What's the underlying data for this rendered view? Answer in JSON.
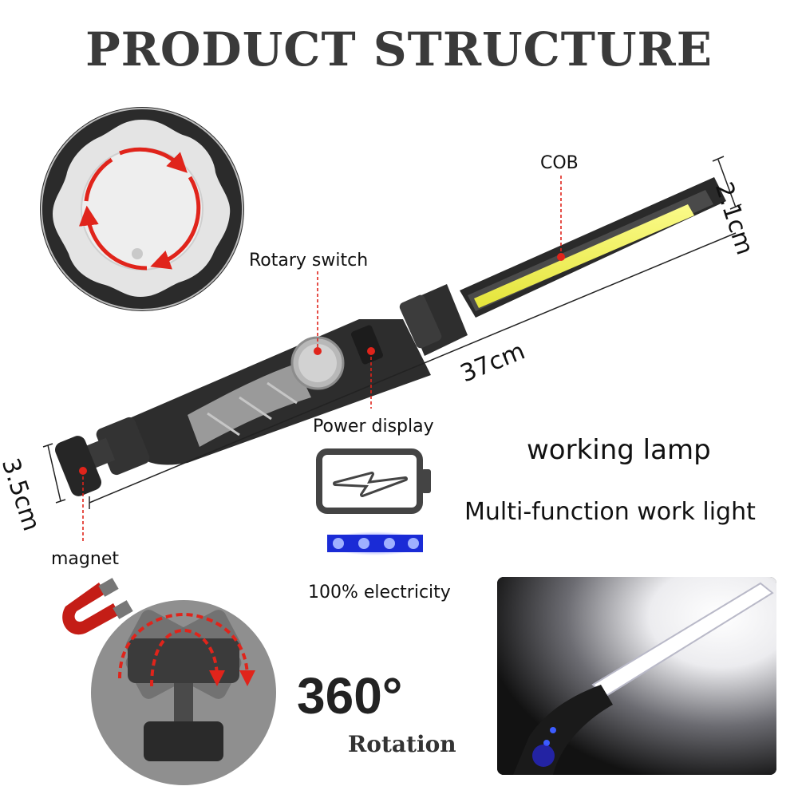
{
  "title": "PRODUCT STRUCTURE",
  "callouts": {
    "cob": "COB",
    "rotary_switch": "Rotary switch",
    "power_display": "Power display",
    "magnet": "magnet"
  },
  "dimensions": {
    "width_head": "2.1cm",
    "length": "37cm",
    "width_base": "3.5cm"
  },
  "taglines": {
    "working_lamp": "working lamp",
    "multi_function": "Multi-function work light"
  },
  "battery": {
    "caption": "100% electricity",
    "level_dots_lit": 4,
    "level_dots_total": 4
  },
  "rotation": {
    "degrees": "360°",
    "label": "Rotation"
  },
  "colors": {
    "accent_red": "#e0241b",
    "cob_yellow": "#f2f25a",
    "indicator_blue": "#2a3cff",
    "body_dark": "#2d2d2d"
  }
}
